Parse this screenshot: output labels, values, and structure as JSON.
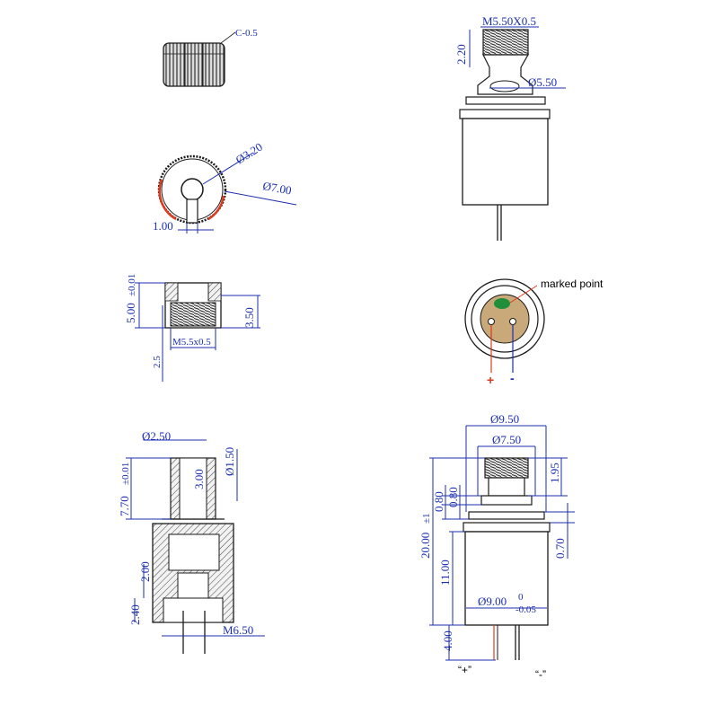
{
  "labels": {
    "chamfer": "C-0.5",
    "thread_top": "M5.50X0.5",
    "height_220": "2.20",
    "dia_550": "Ø5.50",
    "dia_320": "Ø3.20",
    "dia_700": "Ø7.00",
    "slot_100": "1.00",
    "height_500": "5.00",
    "tol_500": "±0.01",
    "height_350": "3.50",
    "thread_cap": "M5.5x0.5",
    "len_25": "2.5",
    "marked_point": "marked point",
    "plus": "+",
    "minus": "-",
    "dia_250": "Ø2.50",
    "dia_150": "Ø1.50",
    "len_300": "3.00",
    "height_770": "7.70",
    "tol_770": "±0.01",
    "len_200": "2.00",
    "len_240": "2.40",
    "m650": "M6.50",
    "dia_950": "Ø9.50",
    "dia_750": "Ø7.50",
    "len_195": "1.95",
    "len_080a": "0.80",
    "len_080b": "0.80",
    "len_2000": "20.00",
    "tol_2000": "±1",
    "len_1100": "11.00",
    "len_070": "0.70",
    "dia_900": "Ø9.00",
    "tol_900_up": "0",
    "tol_900_low": "-0.05",
    "len_400": "4.00",
    "pin_plus": "“+”",
    "pin_minus": "“-”"
  },
  "colors": {
    "dimension": "#1b2fb0",
    "plus": "#e03a1e",
    "minus": "#1b2fb0",
    "marked_point": "#1f8f3a",
    "face": "#c9a97a"
  }
}
